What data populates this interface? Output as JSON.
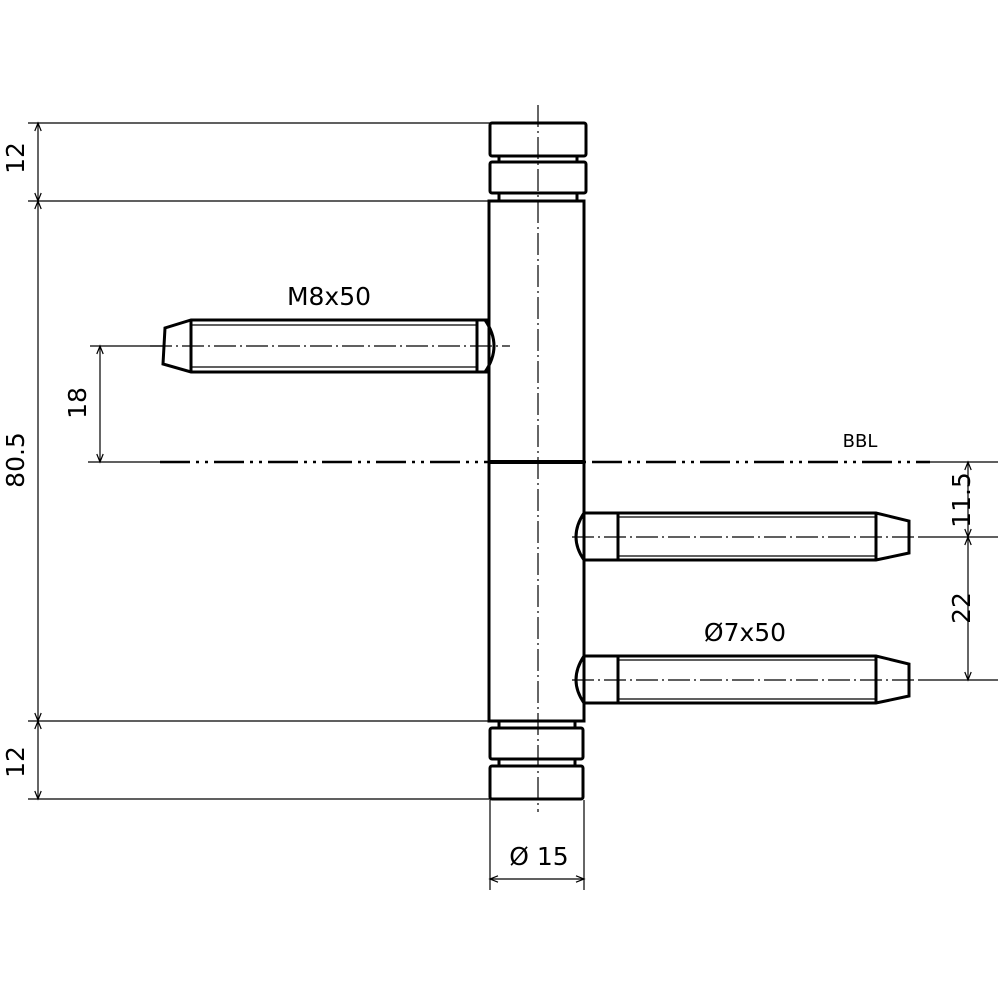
{
  "labels": {
    "screw": "M8x50",
    "pins": "Ø7x50",
    "reference_line": "BBL",
    "diameter": "Ø 15"
  },
  "dimensions": {
    "top_knuckle": "12",
    "barrel_height": "80.5",
    "bottom_knuckle": "12",
    "screw_offset": "18",
    "pin_offset": "11.5",
    "pin_spacing": "22"
  }
}
